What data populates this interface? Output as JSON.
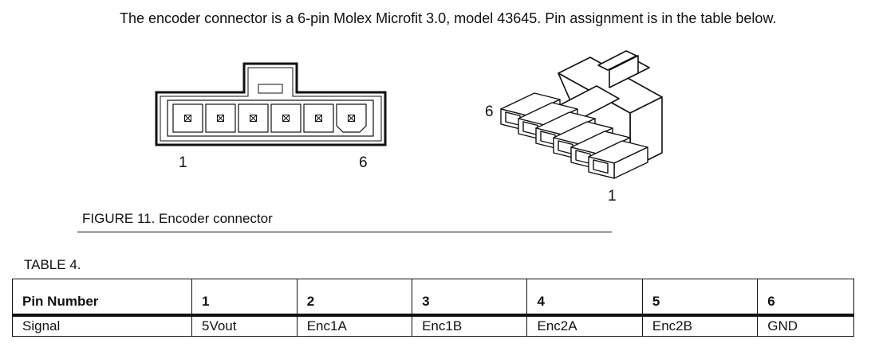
{
  "intro_text": "The encoder connector is a 6-pin Molex Microfit 3.0, model 43645. Pin assignment is in the table below.",
  "front_view": {
    "left_label": "1",
    "right_label": "6"
  },
  "iso_view": {
    "top_label": "6",
    "bottom_label": "1"
  },
  "figure_caption": "FIGURE 11.  Encoder connector",
  "table_title": "TABLE 4.",
  "table": {
    "header": [
      "Pin Number",
      "1",
      "2",
      "3",
      "4",
      "5",
      "6"
    ],
    "row": [
      "Signal",
      "5Vout",
      "Enc1A",
      "Enc1B",
      "Enc2A",
      "Enc2B",
      "GND"
    ]
  }
}
